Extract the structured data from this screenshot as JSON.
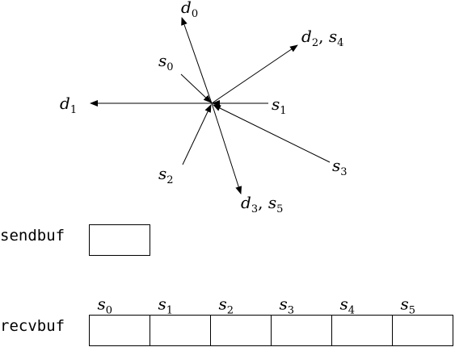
{
  "labels": {
    "d0": {
      "base": "d",
      "sub": "0"
    },
    "d1": {
      "base": "d",
      "sub": "1"
    },
    "d2_s4": {
      "base": "d",
      "sub": "2",
      "sep": ", ",
      "base2": "s",
      "sub2": "4"
    },
    "d3_s5": {
      "base": "d",
      "sub": "3",
      "sep": ", ",
      "base2": "s",
      "sub2": "5"
    },
    "s0": {
      "base": "s",
      "sub": "0"
    },
    "s1": {
      "base": "s",
      "sub": "1"
    },
    "s2": {
      "base": "s",
      "sub": "2"
    },
    "s3": {
      "base": "s",
      "sub": "3"
    }
  },
  "sendbuf": {
    "label": "sendbuf"
  },
  "recvbuf": {
    "label": "recvbuf",
    "slots": [
      {
        "base": "s",
        "sub": "0"
      },
      {
        "base": "s",
        "sub": "1"
      },
      {
        "base": "s",
        "sub": "2"
      },
      {
        "base": "s",
        "sub": "3"
      },
      {
        "base": "s",
        "sub": "4"
      },
      {
        "base": "s",
        "sub": "5"
      }
    ]
  }
}
